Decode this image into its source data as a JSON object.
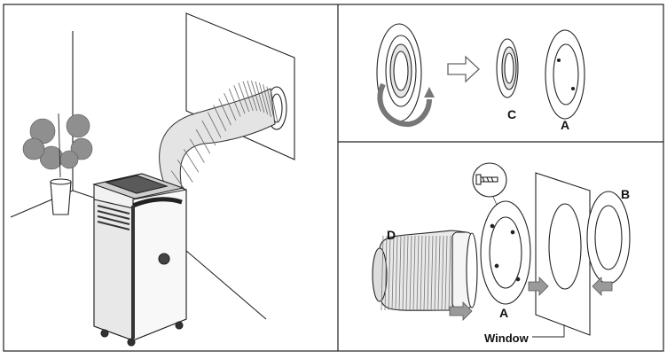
{
  "labels": {
    "c": "C",
    "a_top": "A",
    "d": "D",
    "a_bottom": "A",
    "b": "B",
    "window": "Window"
  },
  "colors": {
    "line": "#222222",
    "arrow_fill": "#9a9a9a",
    "plant": "#8f8f8f",
    "unit_dark": "#333333"
  },
  "icons": {
    "rotate": "rotate-arrow-icon",
    "right_arrow": "right-arrow-icon",
    "screw": "screw-icon"
  }
}
